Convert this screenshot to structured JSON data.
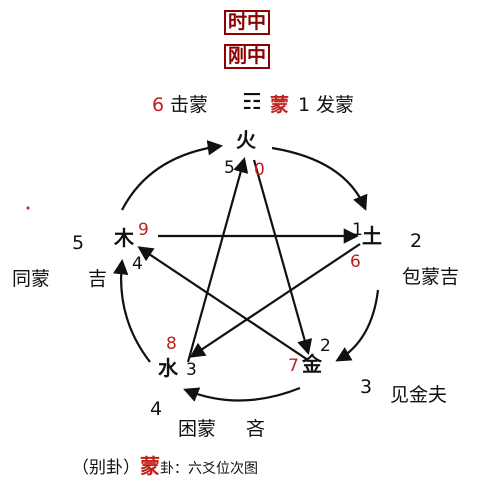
{
  "header": {
    "line1": "时中",
    "line2": "刚中"
  },
  "top_label": {
    "num": "6",
    "left": "击蒙",
    "trigram": "☶",
    "hex": "蒙",
    "num2": "1",
    "right": "发蒙"
  },
  "nodes": {
    "fire": {
      "char": "火",
      "num_black": "5",
      "num_red": "0"
    },
    "earth": {
      "char": "土",
      "num_black": "1",
      "num_red": "6"
    },
    "metal": {
      "char": "金",
      "num_black": "2",
      "num_red": "7"
    },
    "water": {
      "char": "水",
      "num_black": "3",
      "num_red": "8"
    },
    "wood": {
      "char": "木",
      "num_black": "4",
      "num_red": "9"
    }
  },
  "side_labels": {
    "right_num": "2",
    "right_text": "包蒙吉",
    "left_num": "5",
    "left_text1": "同蒙",
    "left_text2": "吉",
    "br_num": "3",
    "br_text": "见金夫",
    "bottom_num": "4",
    "bottom_text1": "困蒙",
    "bottom_text2": "吝"
  },
  "footer": {
    "prefix": "（别卦）",
    "hex": "蒙",
    "suffix": "卦：六爻位次图"
  },
  "colors": {
    "red": "#c0201c",
    "dark_red": "#8b0000",
    "ink": "#111111"
  }
}
